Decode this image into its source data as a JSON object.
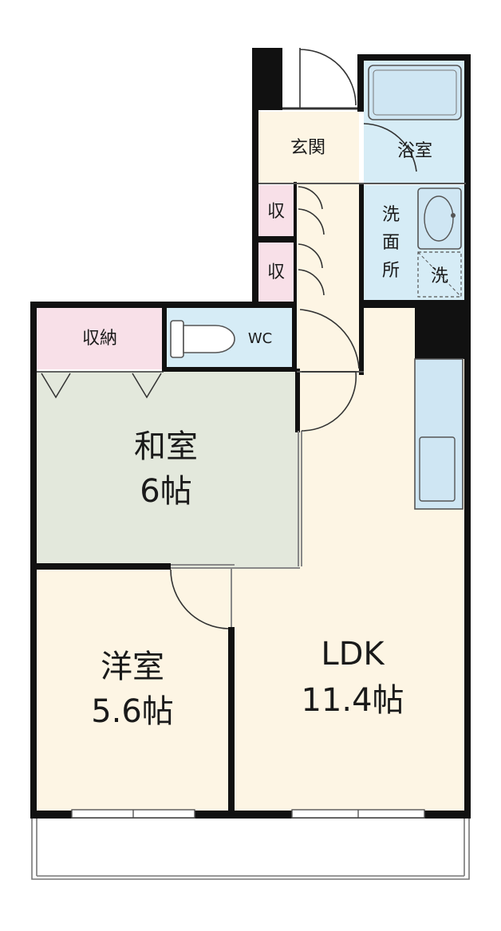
{
  "colors": {
    "floor_cream": "#fdf5e4",
    "floor_tatami": "#e3e8dc",
    "floor_wet": "#d6ecf6",
    "floor_storage": "#f8e0e8",
    "wall": "#111111",
    "fixture_blue": "#cfe6f3"
  },
  "rooms": {
    "entrance": "玄関",
    "bath": "浴室",
    "washroom_c1": "洗",
    "washroom_c2": "面",
    "washroom_c3": "所",
    "washer": "洗",
    "storage_1": "収",
    "storage_2": "収",
    "storage_closet": "収納",
    "wc": "WC",
    "washitsu_name": "和室",
    "washitsu_size": "6帖",
    "youshitsu_name": "洋室",
    "youshitsu_size": "5.6帖",
    "ldk_name": "LDK",
    "ldk_size": "11.4帖"
  },
  "icons": {
    "bathtub": "bathtub-icon",
    "sink": "washbasin-icon",
    "toilet": "toilet-icon",
    "kitchen": "kitchen-counter-icon",
    "washer": "washing-machine-icon"
  }
}
